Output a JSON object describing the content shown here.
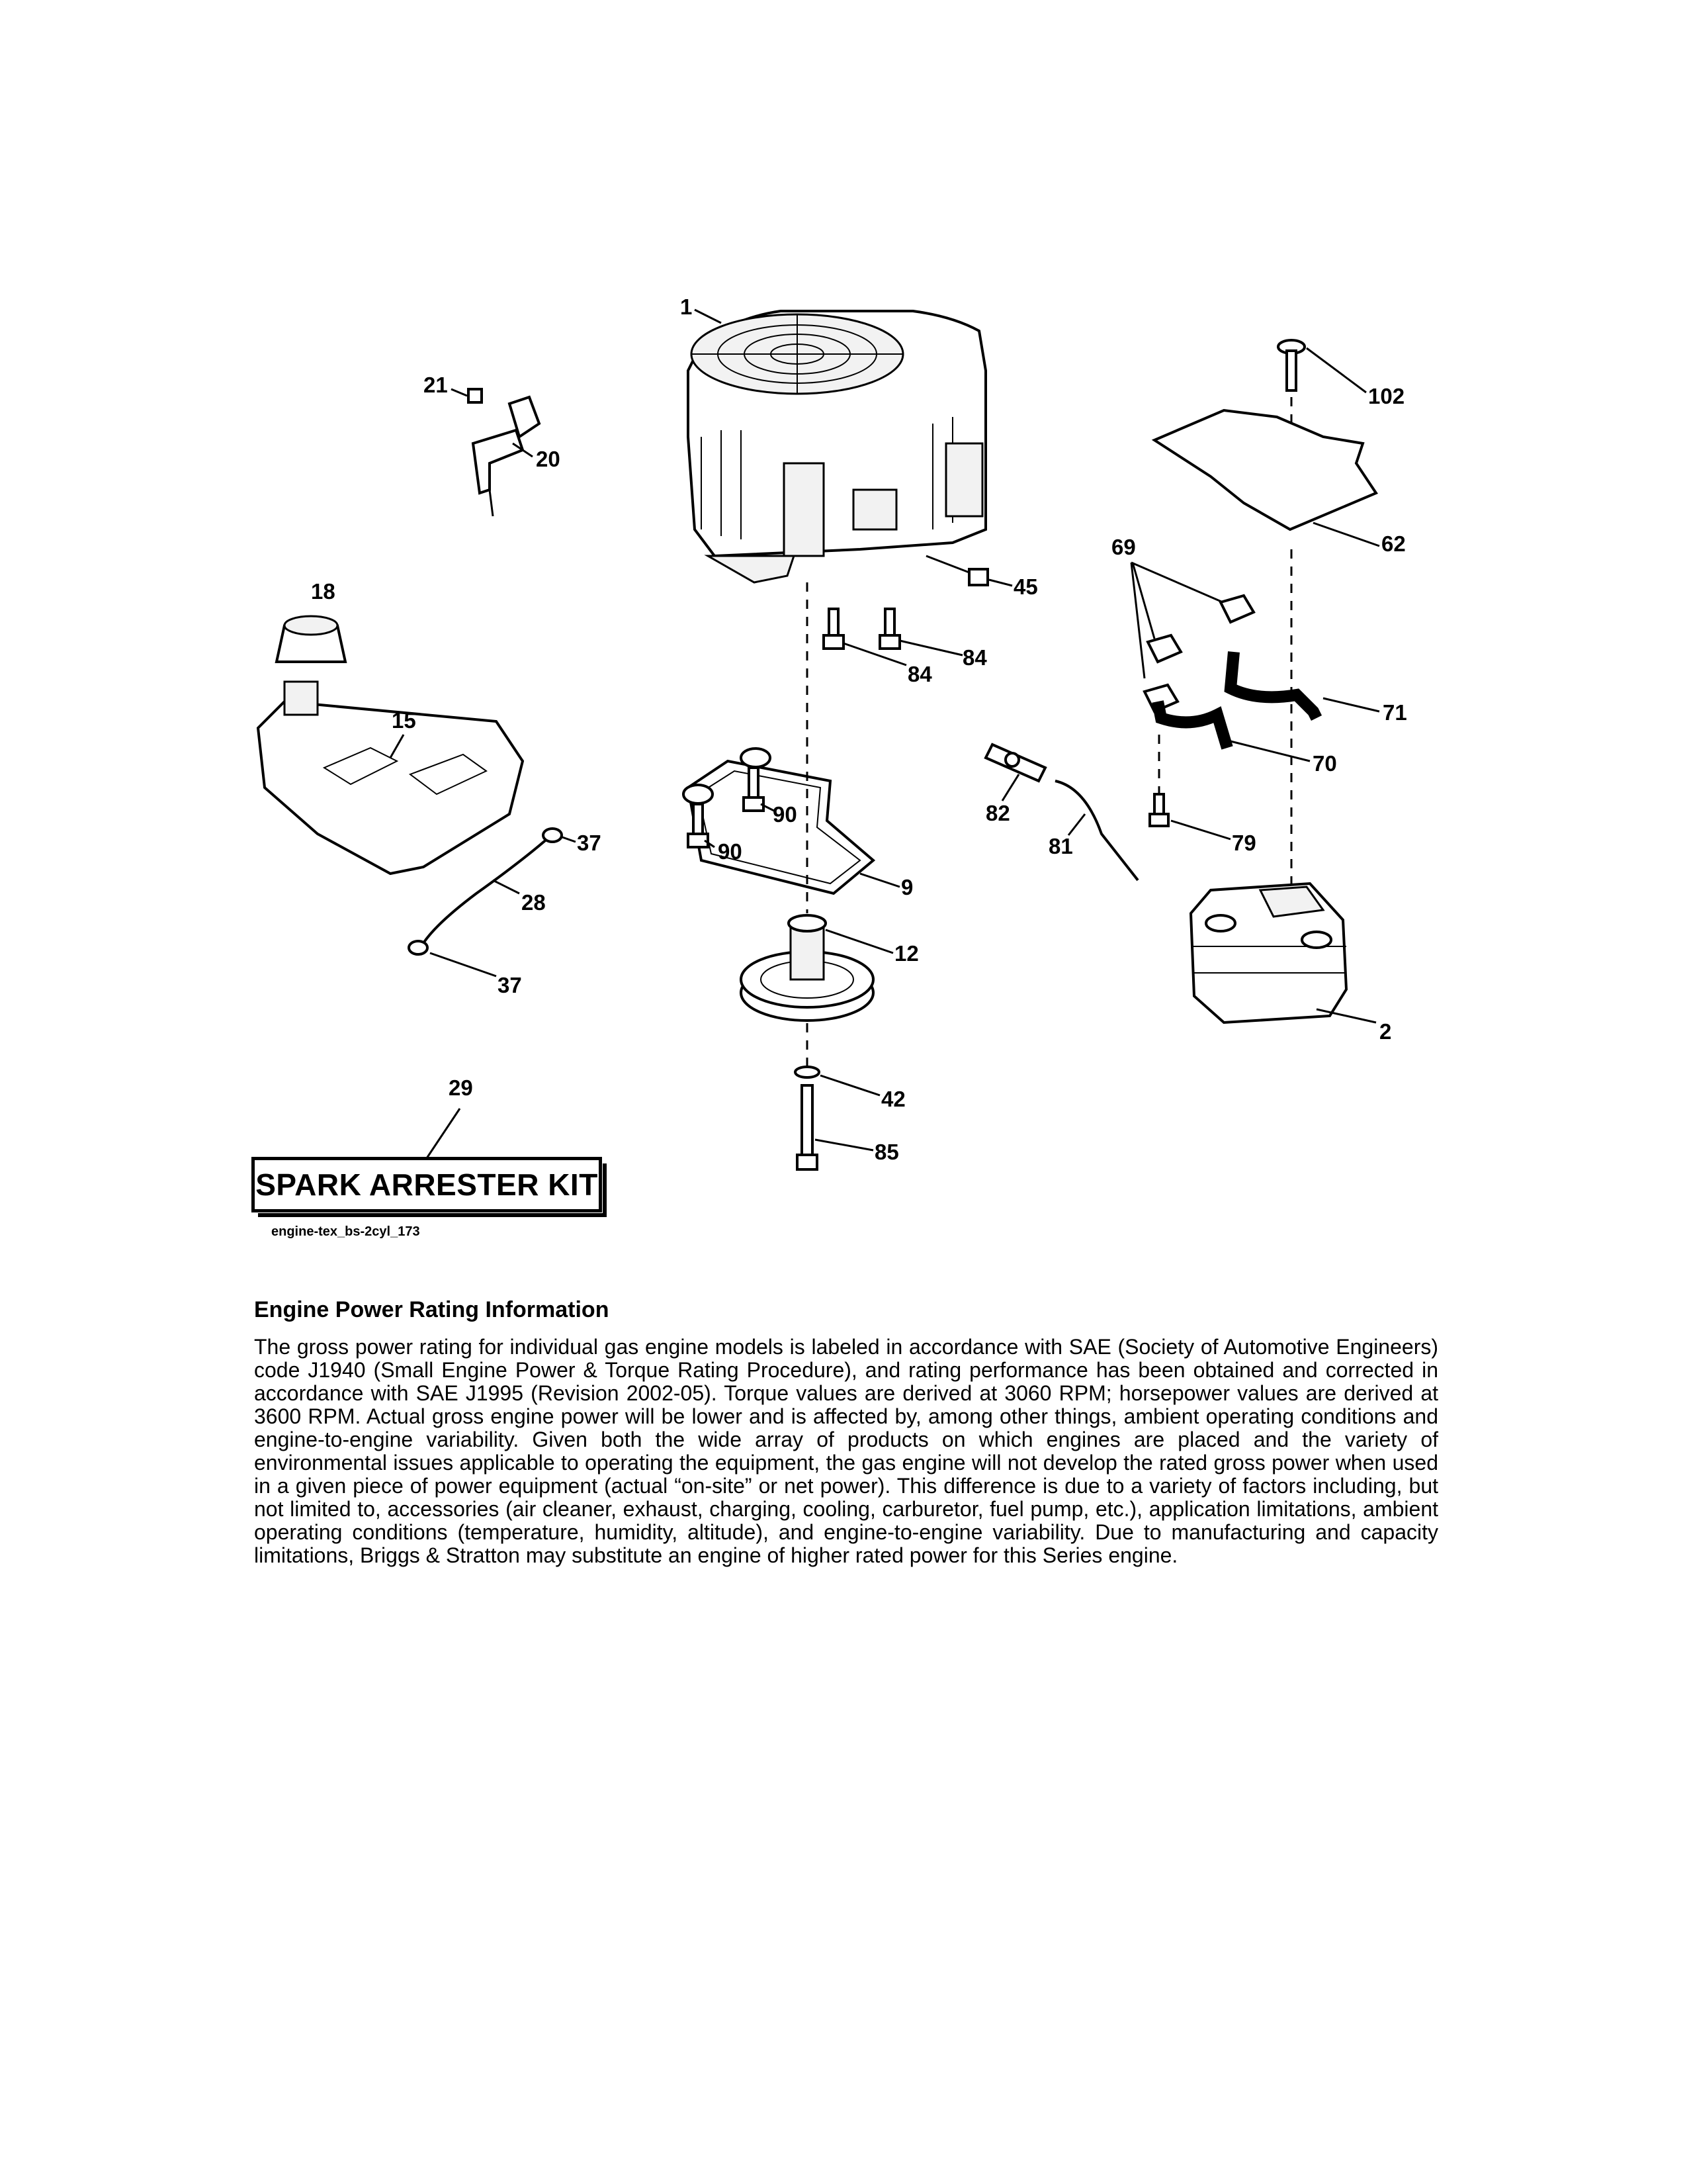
{
  "diagram": {
    "callouts": {
      "c1": "1",
      "c2": "2",
      "c9": "9",
      "c12": "12",
      "c15": "15",
      "c18": "18",
      "c20": "20",
      "c21": "21",
      "c28": "28",
      "c29": "29",
      "c37a": "37",
      "c37b": "37",
      "c42": "42",
      "c45": "45",
      "c62": "62",
      "c69": "69",
      "c70": "70",
      "c71": "71",
      "c79": "79",
      "c81": "81",
      "c82": "82",
      "c84a": "84",
      "c84b": "84",
      "c85": "85",
      "c90a": "90",
      "c90b": "90",
      "c102": "102"
    },
    "kit_label": "SPARK ARRESTER KIT",
    "drawing_id": "engine-tex_bs-2cyl_173"
  },
  "info": {
    "title": "Engine Power Rating Information",
    "body": "The gross power rating for individual gas engine models is labeled in accordance with SAE (Society of Automotive Engineers) code J1940 (Small Engine Power & Torque Rating Procedure), and rating performance has been obtained and corrected in accordance with SAE J1995 (Revision 2002-05). Torque values are derived at 3060 RPM; horsepower values are derived at 3600 RPM. Actual gross engine power will be lower and is affected by, among other things, ambient operating conditions and engine-to-engine variability. Given both the wide array of products on which engines are placed and the variety of environmental issues applicable to operating the equipment, the gas engine will not develop the rated gross power when used in a given piece of power equipment (actual “on-site” or net power). This difference is due to a variety of factors including, but not limited to, accessories (air cleaner, exhaust, charging, cooling, carburetor, fuel pump, etc.), application limitations, ambient operating conditions (temperature, humidity, altitude), and engine-to-engine variability. Due to manufacturing and capacity limitations, Briggs & Stratton may substitute an engine of higher rated power for this Series engine."
  }
}
